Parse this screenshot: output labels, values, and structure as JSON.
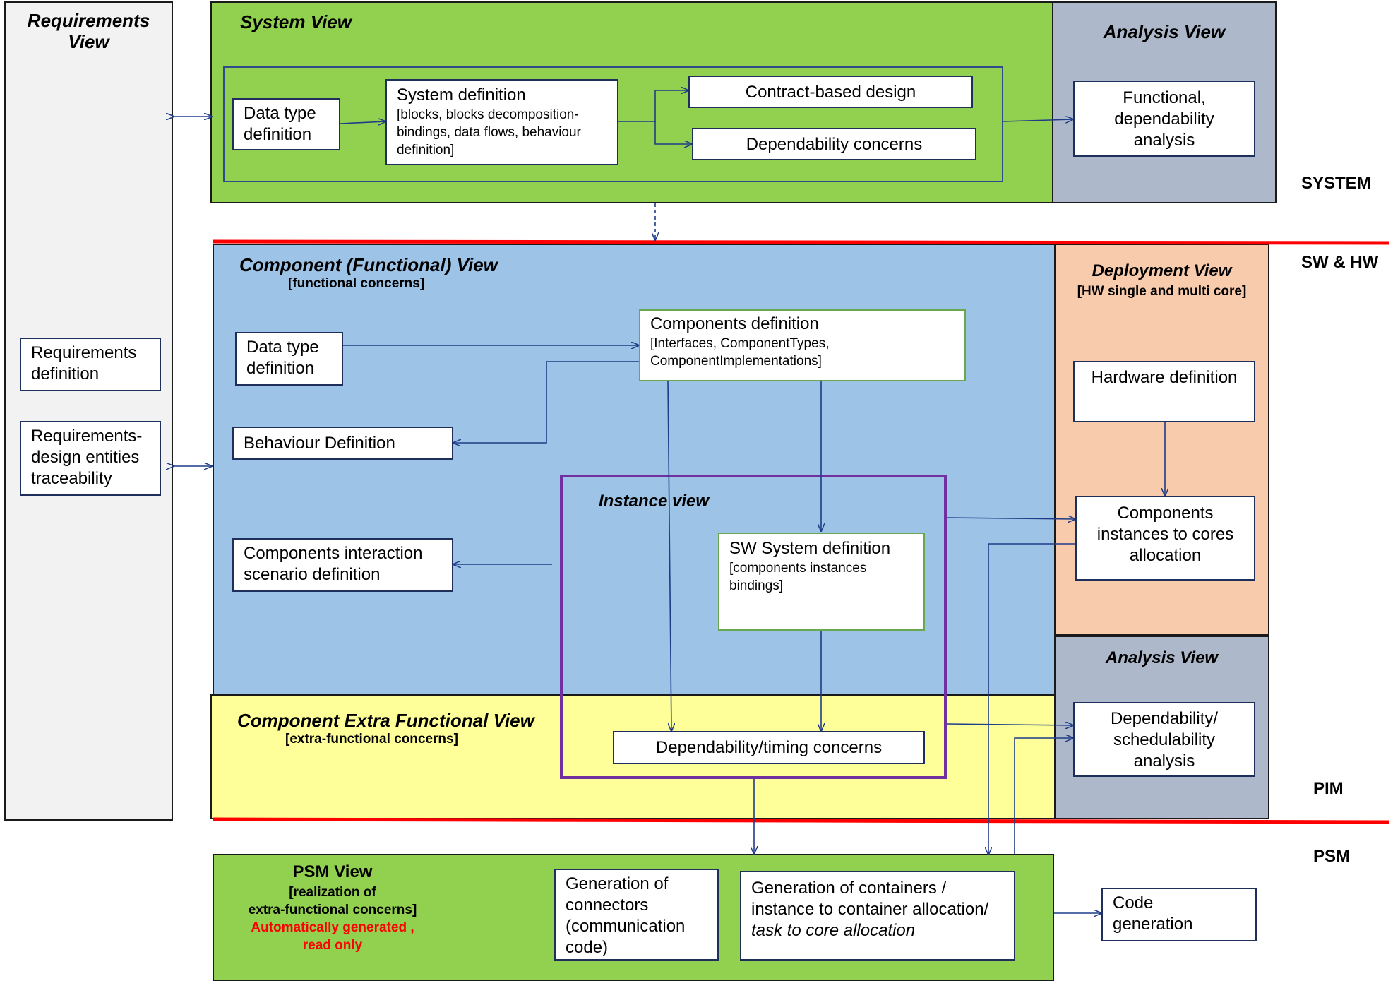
{
  "requirements_view": {
    "title_line1": "Requirements",
    "title_line2": "View",
    "req_def": [
      "Requirements",
      "definition"
    ],
    "traceability": [
      "Requirements-",
      "design entities",
      "traceability"
    ]
  },
  "system_view": {
    "title": "System View",
    "data_type": [
      "Data type",
      "definition"
    ],
    "system_def_title": "System definition",
    "system_def_detail": [
      "[blocks, blocks decomposition-",
      "bindings, data flows, behaviour",
      "definition]"
    ],
    "contract": "Contract-based design",
    "dependability": "Dependability concerns"
  },
  "analysis_view_top": {
    "title": "Analysis  View",
    "box": [
      "Functional,",
      "dependability",
      "analysis"
    ]
  },
  "component_view": {
    "title": "Component (Functional)  View",
    "subtitle": "[functional concerns]",
    "data_type": [
      "Data type",
      "definition"
    ],
    "components_def_title": "Components definition",
    "components_def_detail": [
      "[Interfaces, ComponentTypes,",
      "ComponentImplementations]"
    ],
    "behaviour": "Behaviour  Definition",
    "interaction": [
      "Components interaction",
      "scenario definition"
    ]
  },
  "instance_view": {
    "title": "Instance view",
    "sw_system_title": "SW System definition",
    "sw_system_detail": [
      "[components instances",
      "bindings]"
    ]
  },
  "extra_functional_view": {
    "title": "Component  Extra Functional  View",
    "subtitle": "[extra-functional concerns]",
    "concerns": "Dependability/timing concerns"
  },
  "deployment_view": {
    "title": "Deployment  View",
    "subtitle": "[HW single and multi core]",
    "hardware": "Hardware definition",
    "allocation": [
      "Components",
      "instances to cores",
      "allocation"
    ]
  },
  "analysis_view_mid": {
    "title": "Analysis  View",
    "box": [
      "Dependability/",
      "schedulability",
      "analysis"
    ]
  },
  "psm_view": {
    "title": "PSM View",
    "subtitle": [
      "[realization of",
      "extra-functional concerns]"
    ],
    "auto": [
      "Automatically generated ,",
      "read only"
    ],
    "connectors": [
      "Generation of",
      "connectors",
      "(communication",
      "code)"
    ],
    "containers": [
      "Generation of containers /",
      "instance to container allocation/"
    ],
    "containers_italic": "task to core allocation",
    "code": [
      "Code",
      "generation"
    ]
  },
  "levels": {
    "system": "SYSTEM",
    "swhw": "SW & HW",
    "pim": "PIM",
    "psm": "PSM"
  },
  "colors": {
    "green": "#92d050",
    "blue": "#9dc3e6",
    "yellow": "#ffff99",
    "orange": "#f8cbad",
    "gray_blue": "#adb9ca",
    "light_gray": "#f2f2f2",
    "red_line": "#ff0000",
    "purple": "#7030a0",
    "arrow": "#1f3c88",
    "auto_text": "#ff0000"
  }
}
